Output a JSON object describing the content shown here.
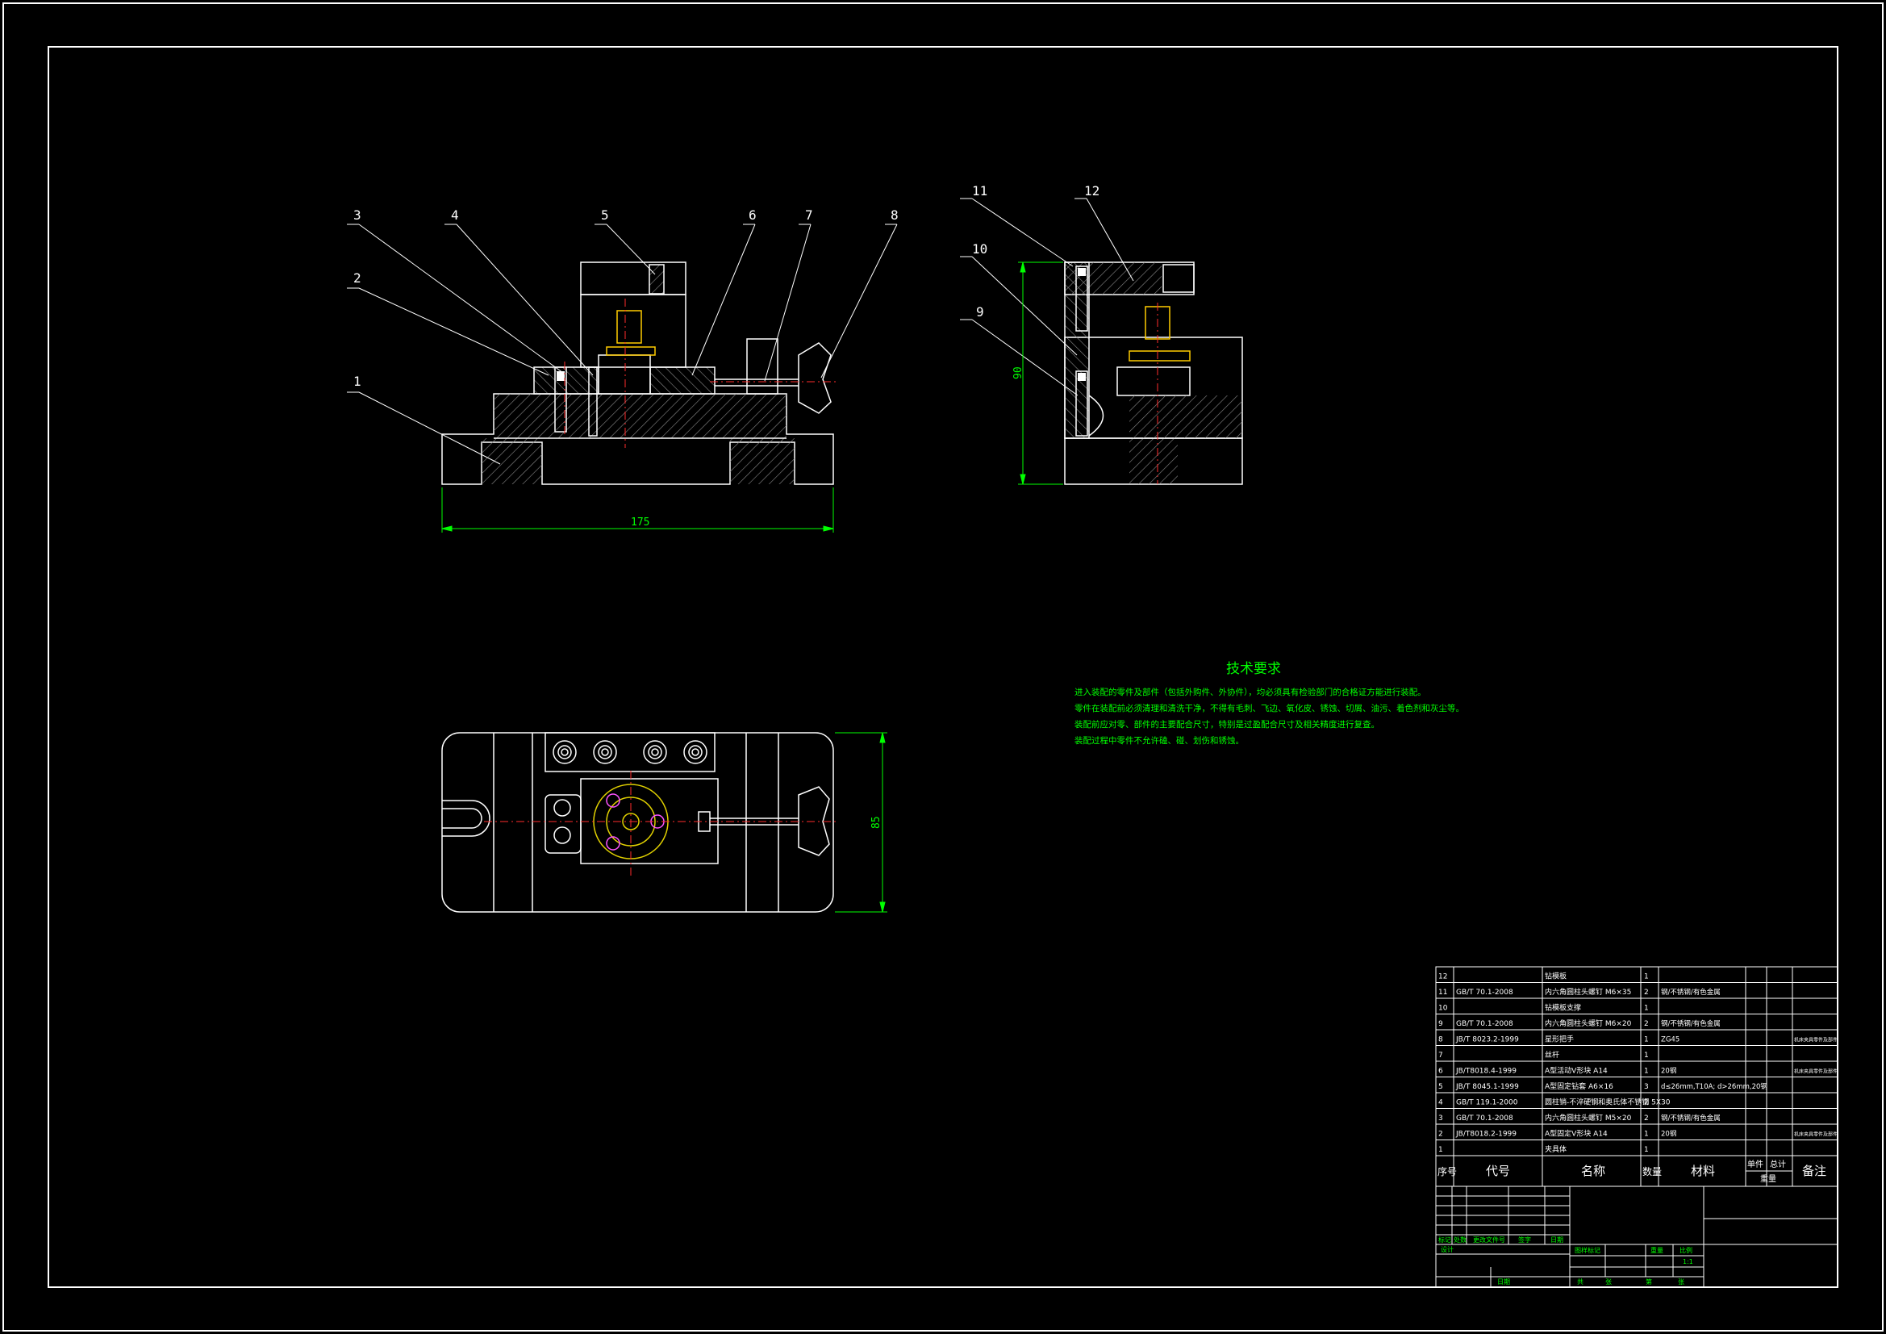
{
  "colors": {
    "background": "#000000",
    "line": "#ffffff",
    "hatch": "#8a8a8a",
    "center": "#ff2b2b",
    "dim": "#00ff00",
    "text_green": "#00ff00",
    "bolt": "#ffcc00",
    "circle_yellow": "#e0d000",
    "magenta": "#ff55ff"
  },
  "front_view": {
    "balloons": [
      "1",
      "2",
      "3",
      "4",
      "5",
      "6",
      "7",
      "8"
    ],
    "dimension": "175"
  },
  "side_view": {
    "balloons": [
      "9",
      "10",
      "11",
      "12"
    ],
    "dimension": "90"
  },
  "top_view": {
    "dimension": "85"
  },
  "tech_requirements": {
    "title": "技术要求",
    "lines": [
      "进入装配的零件及部件（包括外购件、外协件），均必须具有检验部门的合格证方能进行装配。",
      "零件在装配前必须清理和清洗干净，不得有毛刺、飞边、氧化皮、锈蚀、切屑、油污、着色剂和灰尘等。",
      "装配前应对零、部件的主要配合尺寸，特别是过盈配合尺寸及相关精度进行复查。",
      "装配过程中零件不允许磕、碰、划伤和锈蚀。"
    ]
  },
  "bom": {
    "rows": [
      {
        "no": "12",
        "code": "",
        "name": "钻模板",
        "qty": "1",
        "material": "",
        "note": ""
      },
      {
        "no": "11",
        "code": "GB/T 70.1-2008",
        "name": "内六角圆柱头螺钉 M6×35",
        "qty": "2",
        "material": "钢/不锈钢/有色金属",
        "note": ""
      },
      {
        "no": "10",
        "code": "",
        "name": "钻模板支撑",
        "qty": "1",
        "material": "",
        "note": ""
      },
      {
        "no": "9",
        "code": "GB/T 70.1-2008",
        "name": "内六角圆柱头螺钉 M6×20",
        "qty": "2",
        "material": "钢/不锈钢/有色金属",
        "note": ""
      },
      {
        "no": "8",
        "code": "JB/T 8023.2-1999",
        "name": "星形把手",
        "qty": "1",
        "material": "ZG45",
        "note": "机床夹具零件及部件"
      },
      {
        "no": "7",
        "code": "",
        "name": "丝杆",
        "qty": "1",
        "material": "",
        "note": ""
      },
      {
        "no": "6",
        "code": "JB/T8018.4-1999",
        "name": "A型活动V形块 A14",
        "qty": "1",
        "material": "20钢",
        "note": "机床夹具零件及部件"
      },
      {
        "no": "5",
        "code": "JB/T 8045.1-1999",
        "name": "A型固定钻套 A6×16",
        "qty": "3",
        "material": "d≤26mm,T10A; d>26mm,20钢",
        "note": ""
      },
      {
        "no": "4",
        "code": "GB/T 119.1-2000",
        "name": "圆柱销-不淬硬钢和奥氏体不锈钢 5X30",
        "qty": "2",
        "material": "",
        "note": ""
      },
      {
        "no": "3",
        "code": "GB/T 70.1-2008",
        "name": "内六角圆柱头螺钉 M5×20",
        "qty": "2",
        "material": "钢/不锈钢/有色金属",
        "note": ""
      },
      {
        "no": "2",
        "code": "JB/T8018.2-1999",
        "name": "A型固定V形块 A14",
        "qty": "1",
        "material": "20钢",
        "note": "机床夹具零件及部件"
      },
      {
        "no": "1",
        "code": "",
        "name": "夹具体",
        "qty": "1",
        "material": "",
        "note": ""
      }
    ],
    "header": {
      "no": "序号",
      "code": "代号",
      "name": "名称",
      "qty": "数量",
      "material": "材料",
      "unit": "单件",
      "total": "总计",
      "weight": "重量",
      "note": "备注"
    }
  },
  "title_block": {
    "rev_headers": [
      "标记",
      "处数",
      "更改文件号",
      "签字",
      "日期"
    ],
    "design": "设计",
    "stage_headers": [
      "图样标记",
      "重量",
      "比例"
    ],
    "scale": "1:1",
    "sheet_labels": [
      "共",
      "张",
      "第",
      "张"
    ],
    "date": "日期"
  }
}
